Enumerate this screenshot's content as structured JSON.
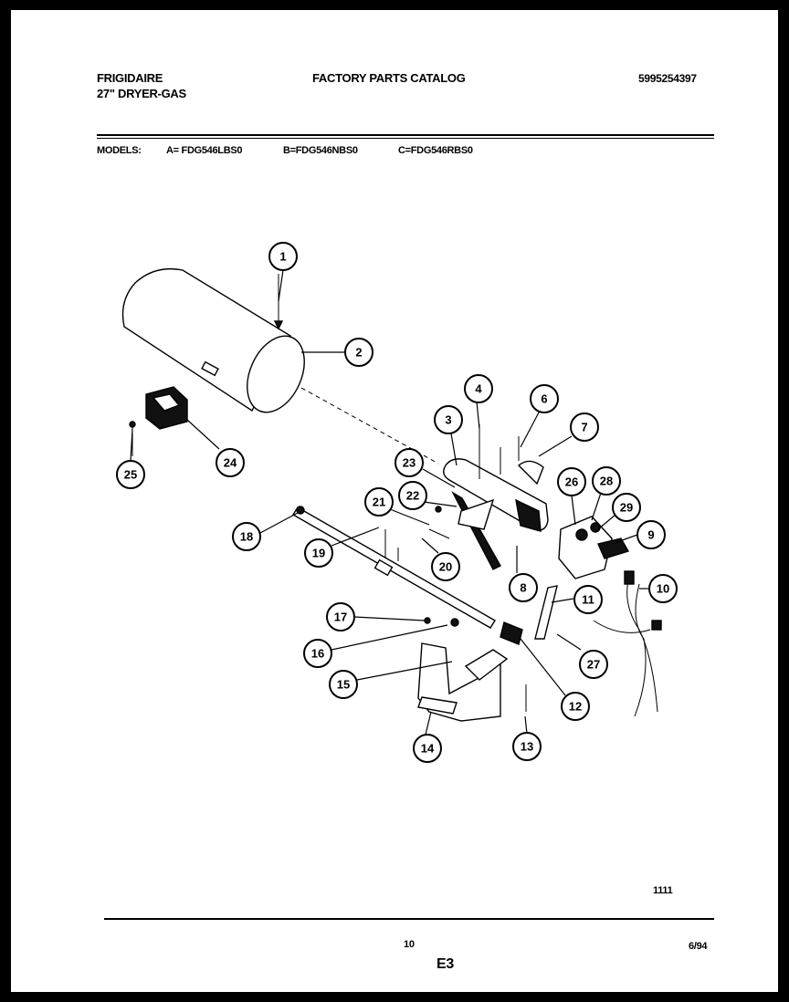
{
  "header": {
    "brand": "FRIGIDAIRE",
    "product": "27\" DRYER-GAS",
    "catalog_title": "FACTORY PARTS CATALOG",
    "catalog_number": "5995254397"
  },
  "models": {
    "label": "MODELS:",
    "a": "A= FDG546LBS0",
    "b": "B=FDG546NBS0",
    "c": "C=FDG546RBS0"
  },
  "callouts": [
    "1",
    "2",
    "3",
    "4",
    "6",
    "7",
    "23",
    "26",
    "28",
    "29",
    "9",
    "24",
    "25",
    "21",
    "22",
    "18",
    "19",
    "20",
    "8",
    "10",
    "11",
    "17",
    "16",
    "15",
    "27",
    "12",
    "14",
    "13"
  ],
  "footer": {
    "figure_code": "1111",
    "page_number": "10",
    "date": "6/94",
    "section": "E3"
  }
}
